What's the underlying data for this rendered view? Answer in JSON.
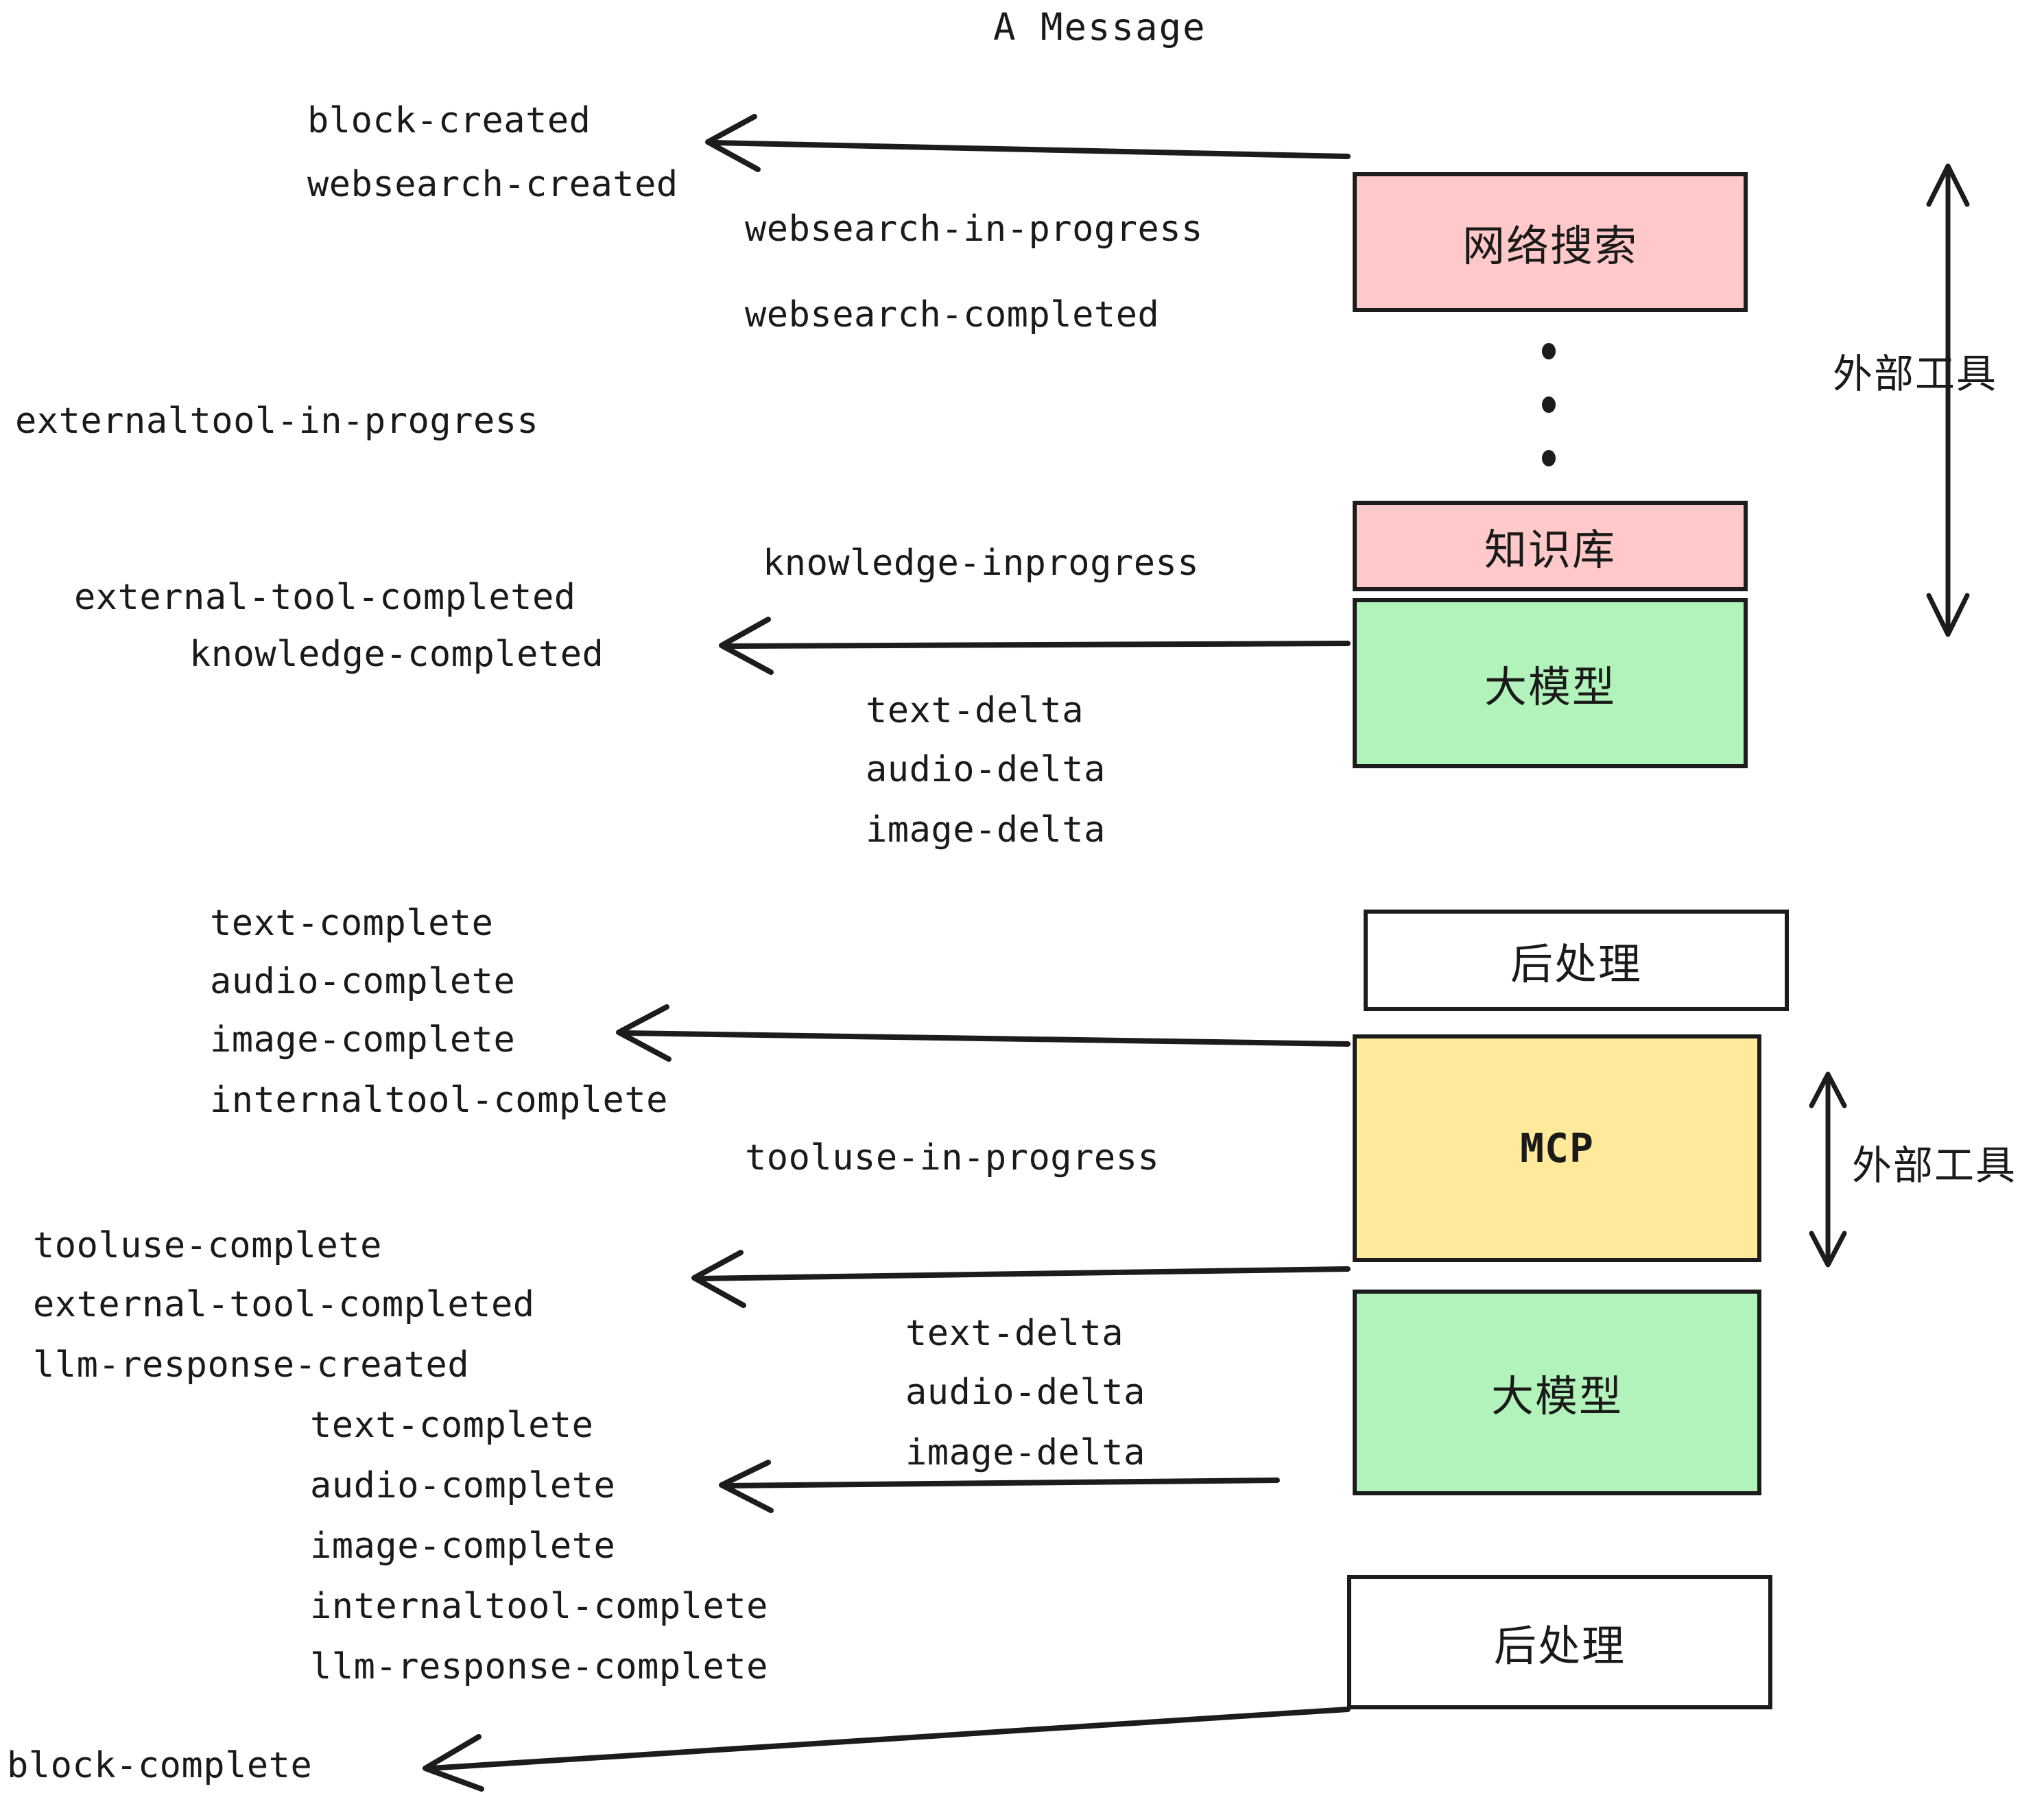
{
  "title": "A Message",
  "colors": {
    "pink": "#FFC9C9",
    "green": "#B2F2BB",
    "yellow": "#FFE99A",
    "white": "#FFFFFF",
    "stroke": "#1C1C1C",
    "text": "#1A1A1A"
  },
  "boxes": [
    {
      "id": "websearch",
      "label": "网络搜索",
      "fill": "#FFC9C9"
    },
    {
      "id": "knowledge",
      "label": "知识库",
      "fill": "#FFC9C9"
    },
    {
      "id": "llm-top",
      "label": "大模型",
      "fill": "#B2F2BB"
    },
    {
      "id": "post-top",
      "label": "后处理",
      "fill": "#FFFFFF"
    },
    {
      "id": "mcp",
      "label": "MCP",
      "fill": "#FFE99A"
    },
    {
      "id": "llm-bottom",
      "label": "大模型",
      "fill": "#B2F2BB"
    },
    {
      "id": "post-bottom",
      "label": "后处理",
      "fill": "#FFFFFF"
    }
  ],
  "side_labels": {
    "external_tools_top": "外部工具",
    "external_tools_mcp": "外部工具"
  },
  "events": {
    "block_created": "block-created",
    "websearch_created": "websearch-created",
    "websearch_in_progress": "websearch-in-progress",
    "websearch_completed": "websearch-completed",
    "externaltool_in_progress": "externaltool-in-progress",
    "knowledge_inprogress": "knowledge-inprogress",
    "external_tool_completed_1": "external-tool-completed",
    "knowledge_completed": "knowledge-completed",
    "text_delta_1": "text-delta",
    "audio_delta_1": "audio-delta",
    "image_delta_1": "image-delta",
    "text_complete_1": "text-complete",
    "audio_complete_1": "audio-complete",
    "image_complete_1": "image-complete",
    "internaltool_complete_1": "internaltool-complete",
    "tooluse_in_progress": "tooluse-in-progress",
    "tooluse_complete": "tooluse-complete",
    "external_tool_completed_2": "external-tool-completed",
    "llm_response_created": "llm-response-created",
    "text_delta_2": "text-delta",
    "audio_delta_2": "audio-delta",
    "image_delta_2": "image-delta",
    "text_complete_2": "text-complete",
    "audio_complete_2": "audio-complete",
    "image_complete_2": "image-complete",
    "internaltool_complete_2": "internaltool-complete",
    "llm_response_complete": "llm-response-complete",
    "block_complete": "block-complete"
  },
  "ellipsis_dots": 3
}
